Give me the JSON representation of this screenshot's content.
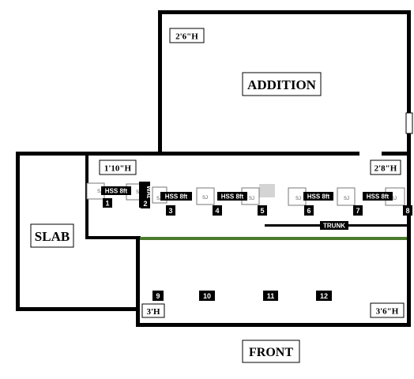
{
  "rooms": {
    "addition": "ADDITION",
    "slab": "SLAB",
    "front": "FRONT"
  },
  "heights": {
    "addition": "2'6\"H",
    "left_bay": "1'10\"H",
    "right_bay": "2'8\"H",
    "front_left": "3'H",
    "front_right": "3'6\"H"
  },
  "beams": {
    "hss_label": "HSS 8ft",
    "sj_label": "SJ",
    "wall_label": "WALL",
    "trunk_label": "TRUNK"
  },
  "points": [
    "1",
    "2",
    "3",
    "4",
    "5",
    "6",
    "7",
    "8",
    "9",
    "10",
    "11",
    "12"
  ],
  "colors": {
    "wall": "#000000",
    "beam_line": "#4a7a2c",
    "placeholder": "#d4d4d4"
  }
}
